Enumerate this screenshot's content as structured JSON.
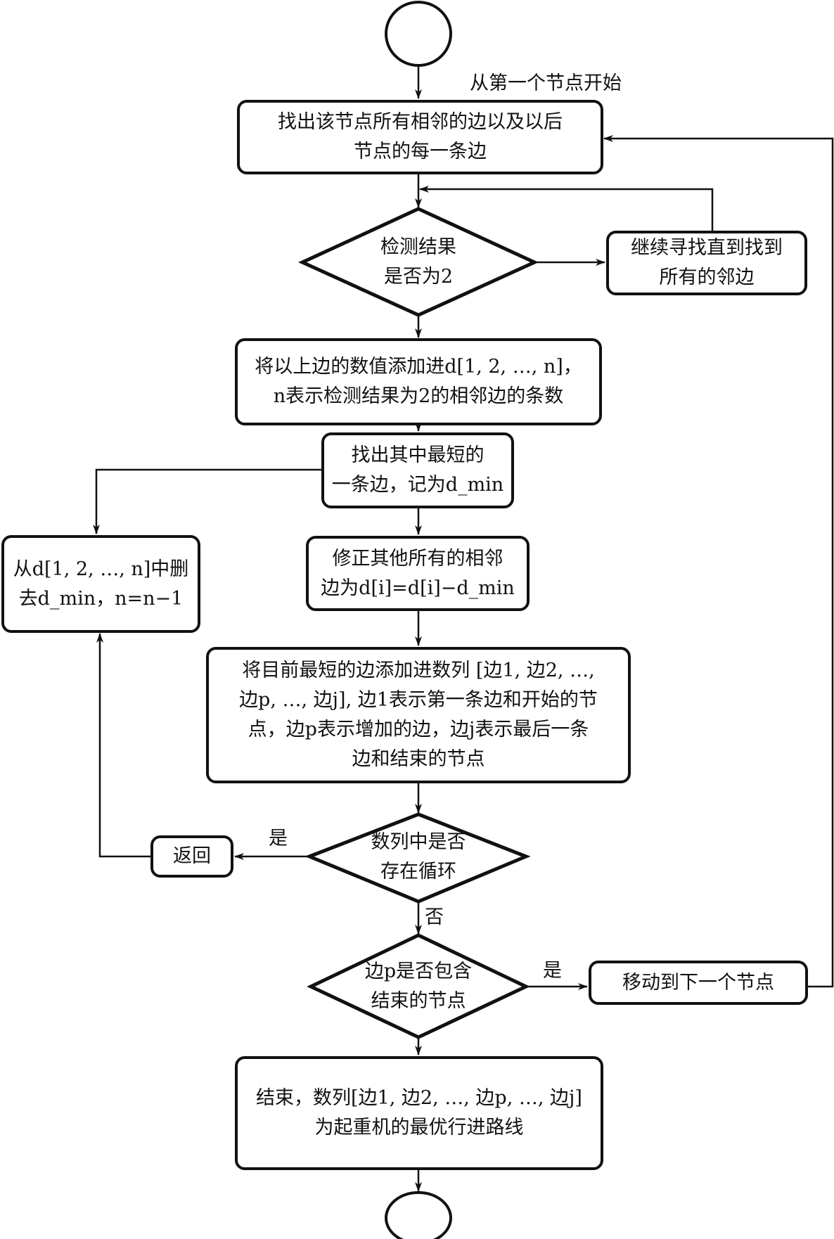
{
  "nodes": {
    "start": {
      "label": ""
    },
    "find_edges": {
      "lines": [
        "找出该节点所有相邻的边以及以后",
        "节点的每一条边"
      ]
    },
    "check_result": {
      "lines": [
        "检测结果",
        "是否为2"
      ]
    },
    "continue_search": {
      "lines": [
        "继续寻找直到找到",
        "所有的邻边"
      ]
    },
    "add_values": {
      "lines": [
        "将以上边的数值添加进d[1, 2, …, n]，",
        "n表示检测结果为2的相邻边的条数"
      ]
    },
    "find_shortest": {
      "lines": [
        "找出其中最短的",
        "一条边，记为d_min"
      ]
    },
    "delete_dmin": {
      "lines": [
        "从d[1, 2, …, n]中删",
        "去d_min，n=n−1"
      ]
    },
    "correct_edges": {
      "lines": [
        "修正其他所有的相邻",
        "边为d[i]=d[i]−d_min"
      ]
    },
    "add_to_sequence": {
      "lines": [
        "将目前最短的边添加进数列 [边1, 边2, …,",
        "边p, …, 边j], 边1表示第一条边和开始的节",
        "点，边p表示增加的边，边j表示最后一条",
        "边和结束的节点"
      ]
    },
    "return": {
      "label": "返回"
    },
    "loop_check": {
      "lines": [
        "数列中是否",
        "存在循环"
      ]
    },
    "end_check": {
      "lines": [
        "边p是否包含",
        "结束的节点"
      ]
    },
    "move_next": {
      "label": "移动到下一个节点"
    },
    "finish": {
      "lines": [
        "结束，数列[边1, 边2, …, 边p, …, 边j]",
        "为起重机的最优行进路线"
      ]
    },
    "end": {
      "label": ""
    }
  },
  "edge_labels": {
    "start_from_first": "从第一个节点开始",
    "loop_yes": "是",
    "loop_no": "否",
    "end_yes": "是"
  }
}
